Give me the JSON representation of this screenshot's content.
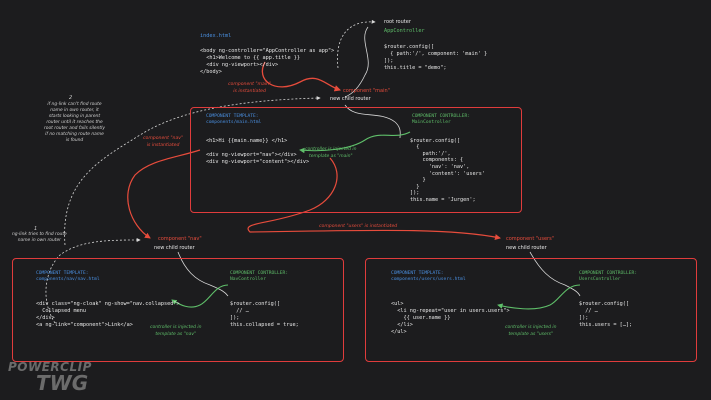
{
  "root": {
    "file": "index.html",
    "code": [
      "<body ng-controller=\"AppController as app\">",
      "  <h1>Welcome to {{ app.title }}",
      "  <div ng-viewport></div>",
      "</body>"
    ],
    "router_label": "root router",
    "controller": "AppController",
    "config": [
      "$router.config([",
      "  { path:'/', component: 'main' }",
      "]);",
      "this.title = \"demo\";"
    ]
  },
  "labels": {
    "component_main_instantiated": "component \"main\"\nis instantiated",
    "component_main": "component \"main\"",
    "new_child_router_main": "new child router",
    "nav_instantiated": "component \"nav\"\nis instantiated",
    "users_instantiated": "component \"users\" is instantiated",
    "component_nav": "component \"nav\"",
    "new_child_router_nav": "new child router",
    "component_users": "component \"users\"",
    "new_child_router_users": "new child router",
    "lookup_note_number": "2",
    "lookup_note": "if ng-link can't find route\nname in own router, it\nstarts looking in parent\nrouter until it reaches the\nroot router and fails silently\nif no matching route name\nis found",
    "link_note_number": "1",
    "link_note": "ng-link tries to find route\nname in own router"
  },
  "main": {
    "template_title": "COMPONENT TEMPLATE:",
    "template_file": "components/main.html",
    "code": [
      "<h1>Hi {{main.name}} </h1>",
      "",
      "<div ng-viewport=\"nav\"></div>",
      "<div ng-viewport=\"content\"></div>"
    ],
    "controller_title": "COMPONENT CONTROLLER:",
    "controller": "MainController",
    "config": [
      "$router.config([",
      "  {",
      "    path:'/',",
      "    components: {",
      "      'nav': 'nav',",
      "      'content': 'users'",
      "    }",
      "  }",
      "]);",
      "this.name = 'Jurgen';"
    ],
    "inject_note": "controller is injected in\ntemplate as \"main\""
  },
  "nav": {
    "template_title": "COMPONENT TEMPLATE:",
    "template_file": "components/nav/nav.html",
    "code": [
      "<div class=\"ng-cloak\" ng-show=\"nav.collapsed\">",
      "  Collapsed menu",
      "</div>",
      "<a ng-link=\"component\">Link</a>"
    ],
    "controller_title": "COMPONENT CONTROLLER:",
    "controller": "NavController",
    "config": [
      "$router.config([",
      "  // …",
      "]);",
      "this.collapsed = true;"
    ],
    "inject_note": "controller is injected in\ntemplate as \"nav\""
  },
  "users": {
    "template_title": "COMPONENT TEMPLATE:",
    "template_file": "components/users/users.html",
    "code": [
      "<ul>",
      "  <li ng-repeat=\"user in users.users\">",
      "    {{ user.name }}",
      "  </li>",
      "</ul>"
    ],
    "controller_title": "COMPONENT CONTROLLER:",
    "controller": "UsersController",
    "config": [
      "$router.config([",
      "  // …",
      "]);",
      "this.users = […];"
    ],
    "inject_note": "controller is injected in\ntemplate as \"users\""
  },
  "logo": {
    "line1": "POWERCLIP",
    "line2": "TWG"
  },
  "colors": {
    "box": "#e03c3c",
    "blue": "#4a90e2",
    "green": "#5fbf6a",
    "red": "#e74c3c",
    "line": "#d8d8d8"
  }
}
